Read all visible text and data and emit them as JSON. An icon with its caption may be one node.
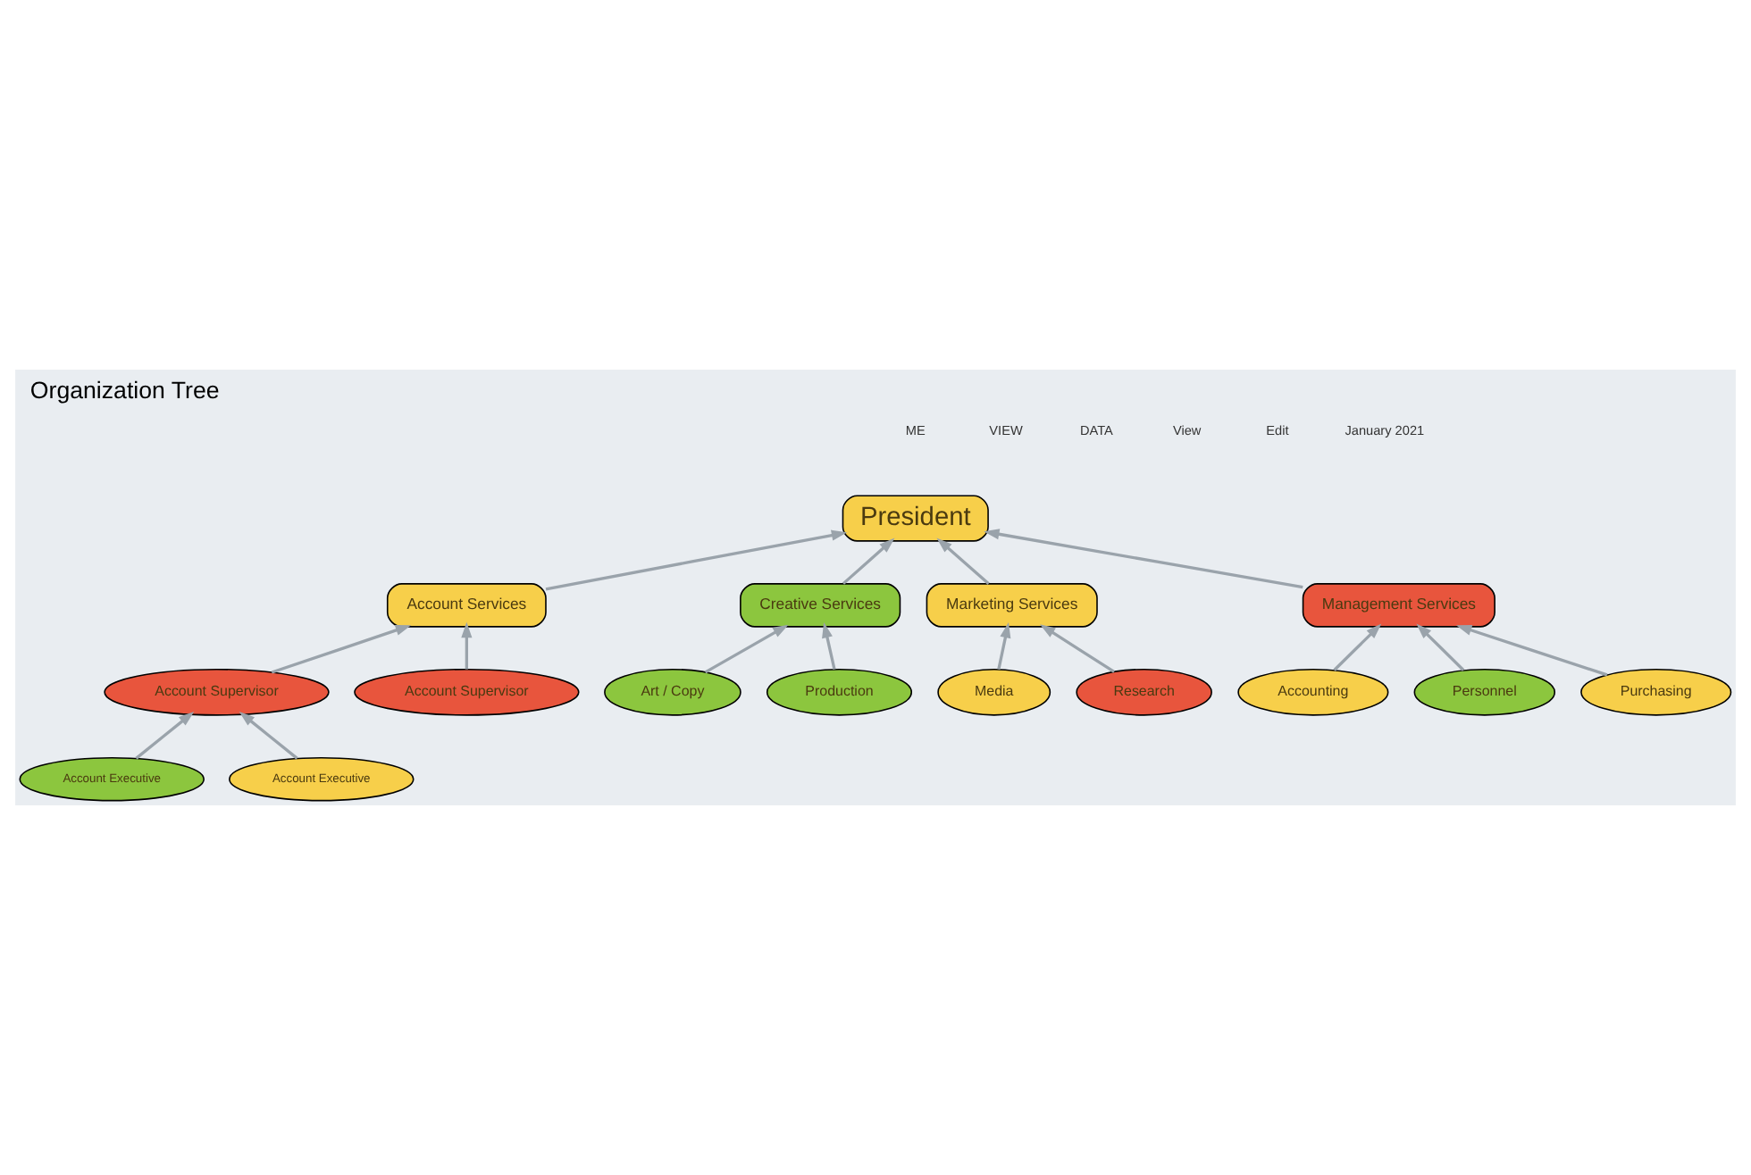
{
  "diagram": {
    "title": "Organization Tree",
    "nodes": [
      {
        "text": [
          "President"
        ]
      },
      {
        "text": [
          "Account Services"
        ]
      },
      {
        "text": [
          "Creative Services"
        ]
      },
      {
        "text": [
          "Marketing Services"
        ]
      },
      {
        "text": [
          "Management Services"
        ]
      },
      {
        "text": [
          "Account Supervisor"
        ]
      },
      {
        "text": [
          "Account Supervisor"
        ]
      },
      {
        "text": [
          "Art / Copy"
        ]
      },
      {
        "text": [
          "Production"
        ]
      },
      {
        "text": [
          "Media"
        ]
      },
      {
        "text": [
          "Research"
        ]
      },
      {
        "text": [
          "Accounting"
        ]
      },
      {
        "text": [
          "Personnel"
        ]
      },
      {
        "text": [
          "Purchasing"
        ]
      },
      {
        "text": [
          "Account Executive"
        ]
      },
      {
        "text": [
          "Account Executive"
        ]
      }
    ],
    "edges": [
      {
        "from": 1,
        "to": 0,
        "arrow": "to"
      },
      {
        "from": 2,
        "to": 0,
        "arrow": "to"
      },
      {
        "from": 3,
        "to": 0,
        "arrow": "to"
      },
      {
        "from": 4,
        "to": 0,
        "arrow": "to"
      },
      {
        "from": 5,
        "to": 1,
        "arrow": "to"
      },
      {
        "from": 6,
        "to": 1,
        "arrow": "to"
      },
      {
        "from": 7,
        "to": 2,
        "arrow": "to"
      },
      {
        "from": 8,
        "to": 2,
        "arrow": "to"
      },
      {
        "from": 9,
        "to": 3,
        "arrow": "to"
      },
      {
        "from": 10,
        "to": 3,
        "arrow": "to"
      },
      {
        "from": 11,
        "to": 4,
        "arrow": "to"
      },
      {
        "from": 13,
        "to": 4,
        "arrow": "to"
      },
      {
        "from": 12,
        "to": 4,
        "arrow": "to"
      },
      {
        "from": 14,
        "to": 5,
        "arrow": "to"
      },
      {
        "from": 15,
        "to": 5,
        "arrow": "to"
      }
    ],
    "labels": [
      "ME",
      "VIEW",
      "DATA",
      "View",
      "Edit",
      "January 2021"
    ]
  }
}
